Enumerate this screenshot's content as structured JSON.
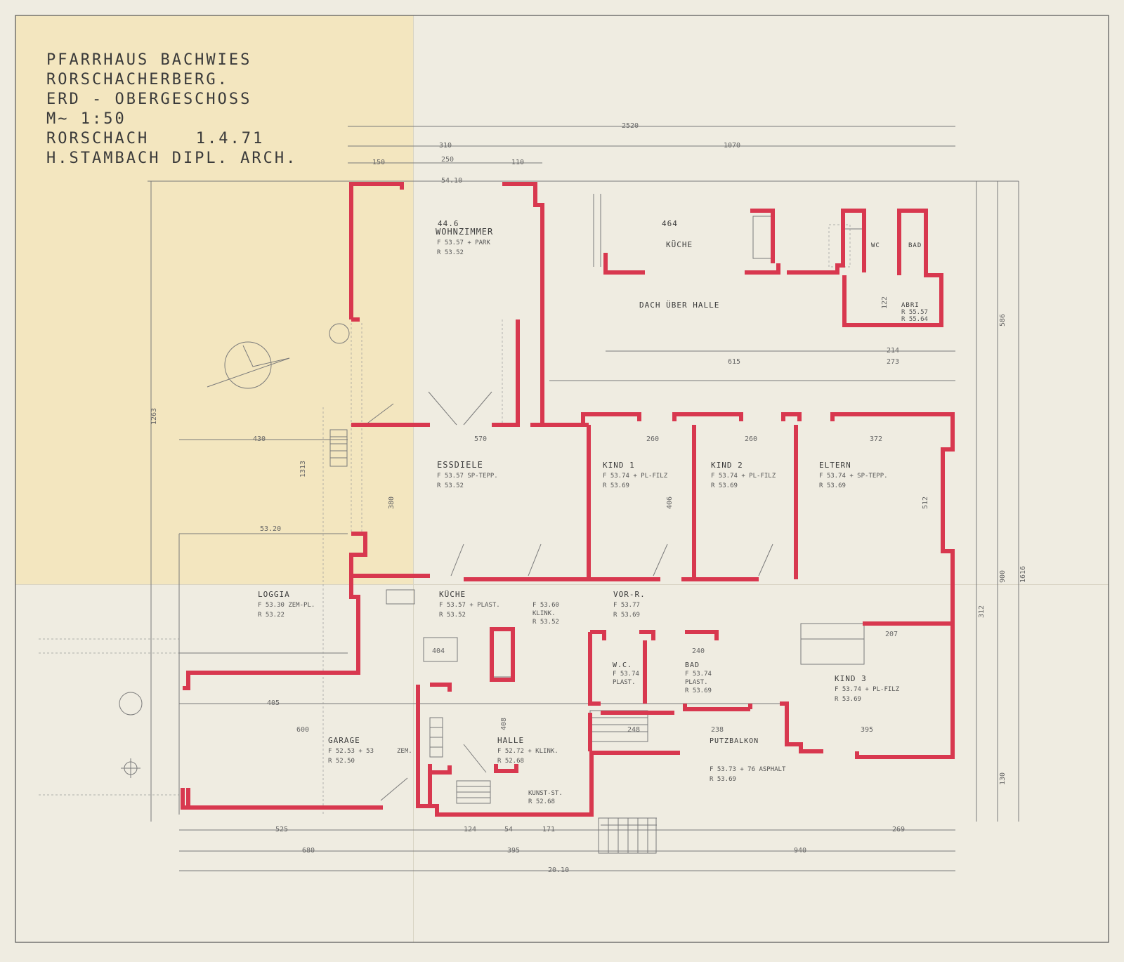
{
  "title": {
    "line1": "PFARRHAUS BACHWIES",
    "line2": "RORSCHACHERBERG.",
    "line3": "ERD - OBERGESCHOSS",
    "line4": "M~ 1:50",
    "line5_place": "RORSCHACH",
    "line5_date": "1.4.71",
    "line6": "H.STAMBACH DIPL. ARCH."
  },
  "rooms": {
    "wohnzimmer": {
      "area": "44.6",
      "name": "WOHNZIMMER",
      "floor": "F 53.57 + PARK",
      "ceiling": "R 53.52"
    },
    "kueche_upper": {
      "area": "464",
      "name": "KÜCHE"
    },
    "wc_upper": {
      "name": "WC"
    },
    "bad_upper": {
      "name": "BAD"
    },
    "abri": {
      "name": "ABRI",
      "line1": "R 55.57",
      "line2": "R 55.64"
    },
    "dach": {
      "name": "DACH ÜBER HALLE"
    },
    "essdiele": {
      "name": "ESSDIELE",
      "floor": "F 53.57  SP-TEPP.",
      "ceiling": "R 53.52"
    },
    "kind1": {
      "name": "KIND 1",
      "floor": "F 53.74 + PL-FILZ",
      "ceiling": "R 53.69"
    },
    "kind2": {
      "name": "KIND 2",
      "floor": "F 53.74 + PL-FILZ",
      "ceiling": "R 53.69"
    },
    "eltern": {
      "name": "ELTERN",
      "floor": "F 53.74 + SP-TEPP.",
      "ceiling": "R 53.69"
    },
    "loggia": {
      "name": "LOGGIA",
      "floor": "F 53.30 ZEM-PL.",
      "ceiling": "R 53.22"
    },
    "kueche": {
      "name": "KÜCHE",
      "floor": "F 53.57 + PLAST.",
      "ceiling": "R 53.52"
    },
    "klink": {
      "floor": "F 53.60",
      "mat": "KLINK.",
      "ceiling": "R 53.52"
    },
    "vor_r": {
      "name": "VOR-R.",
      "floor": "F 53.77",
      "ceiling": "R 53.69"
    },
    "wc": {
      "name": "W.C.",
      "floor": "F 53.74",
      "mat": "PLAST."
    },
    "bad": {
      "name": "BAD",
      "floor": "F 53.74",
      "mat": "PLAST.",
      "ceiling": "R 53.69"
    },
    "kind3": {
      "name": "KIND 3",
      "floor": "F 53.74 + PL-FILZ",
      "ceiling": "R 53.69"
    },
    "garage": {
      "name": "GARAGE",
      "floor": "F 52.53 + 53",
      "mat": "ZEM.",
      "ceiling": "R 52.50"
    },
    "halle": {
      "name": "HALLE",
      "floor": "F 52.72 + KLINK.",
      "ceiling": "R 52.68"
    },
    "putzbalkon": {
      "name": "PUTZBALKON",
      "floor": "F 53.73 + 76  ASPHALT",
      "ceiling": "R 53.69"
    },
    "kunst": {
      "name": "KUNST-ST.",
      "ceiling": "R 52.68"
    }
  },
  "dimensions": {
    "overall_top": "2520",
    "top_310": "310",
    "top_1070": "1070",
    "top_150": "150",
    "top_250": "250",
    "top_110": "110",
    "wz_54_10": "54.10",
    "left_1263": "1263",
    "left_1313": "1313",
    "right_586": "586",
    "right_1616": "1616",
    "right_900": "900",
    "right_312": "312",
    "right_130": "130",
    "bottom_525": "525",
    "bottom_680": "680",
    "bottom_395": "395",
    "bottom_940": "940",
    "bottom_2010": "20.10",
    "bottom_269": "269",
    "bottom_124": "124",
    "bottom_54": "54",
    "bottom_171": "171",
    "d_615": "615",
    "d_273": "273",
    "d_214": "214",
    "d_570": "570",
    "d_260a": "260",
    "d_260b": "260",
    "d_372": "372",
    "d_405": "405",
    "d_600": "600",
    "d_430": "430",
    "d_406": "406",
    "d_512": "512",
    "d_395": "395",
    "d_408": "408",
    "d_53_20": "53.20",
    "d_404": "404",
    "d_207": "207",
    "d_248": "248",
    "d_238": "238",
    "d_240": "240",
    "d_122": "122",
    "d_380": "380"
  },
  "colors": {
    "wall": "#d8384f",
    "paper": "#efece1",
    "tint": "#f3e6bf",
    "ink": "#3a3a3a"
  }
}
